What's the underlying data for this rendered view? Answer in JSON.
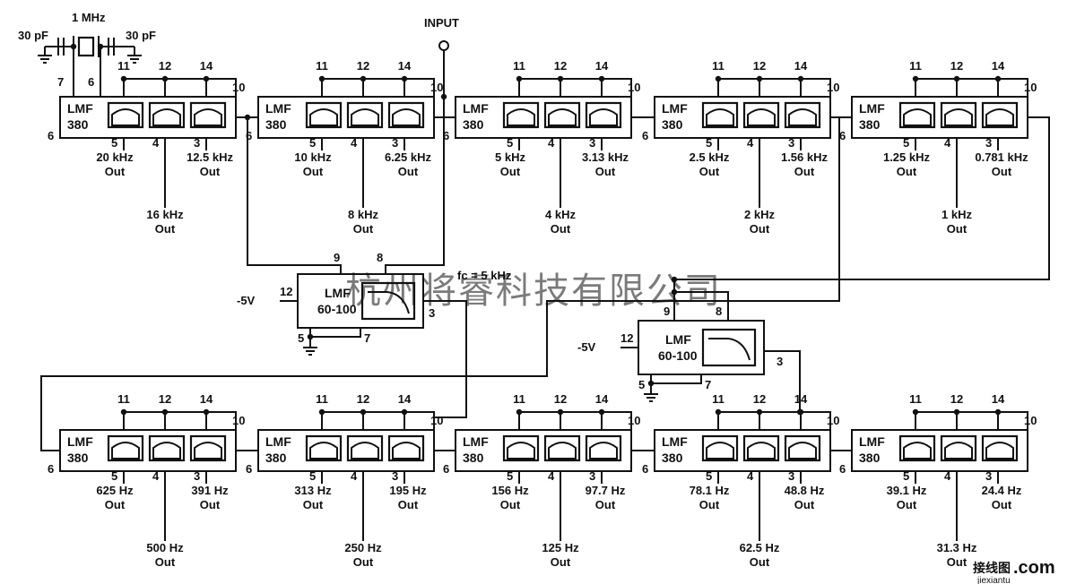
{
  "title": "INPUT",
  "crystal": {
    "freq": "1 MHz",
    "cap_left": "30 pF",
    "cap_right": "30 pF"
  },
  "pins": [
    "5",
    "4",
    "3",
    "6",
    "10",
    "11",
    "12",
    "14",
    "7",
    "9",
    "8"
  ],
  "lmf380_label": [
    "LMF",
    "380"
  ],
  "lmf60_label": [
    "LMF",
    "60-100"
  ],
  "minus5v": "-5V",
  "fc_label": "fc = 5 kHz",
  "out_word": "Out",
  "top_row": [
    {
      "p5": "20 kHz",
      "p4": "16 kHz",
      "p3": "12.5 kHz"
    },
    {
      "p5": "10 kHz",
      "p4": "8 kHz",
      "p3": "6.25 kHz"
    },
    {
      "p5": "5 kHz",
      "p4": "4 kHz",
      "p3": "3.13 kHz"
    },
    {
      "p5": "2.5 kHz",
      "p4": "2 kHz",
      "p3": "1.56 kHz"
    },
    {
      "p5": "1.25 kHz",
      "p4": "1 kHz",
      "p3": "0.781 kHz"
    }
  ],
  "bottom_row": [
    {
      "p5": "625 Hz",
      "p4": "500 Hz",
      "p3": "391 Hz"
    },
    {
      "p5": "313 Hz",
      "p4": "250 Hz",
      "p3": "195 Hz"
    },
    {
      "p5": "156 Hz",
      "p4": "125 Hz",
      "p3": "97.7 Hz"
    },
    {
      "p5": "78.1 Hz",
      "p4": "62.5 Hz",
      "p3": "48.8 Hz"
    },
    {
      "p5": "39.1 Hz",
      "p4": "31.3 Hz",
      "p3": "24.4 Hz"
    }
  ],
  "watermark": "杭州将睿科技有限公司",
  "logo": {
    "cn": "接线图",
    "dom": ".com",
    "sub": "jiexiantu"
  }
}
